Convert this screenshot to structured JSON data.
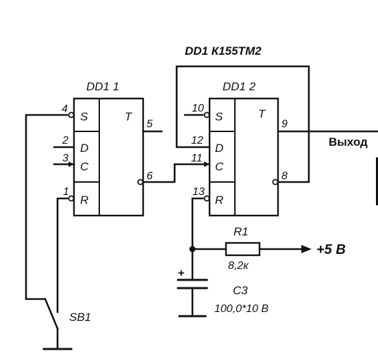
{
  "diagram": {
    "title": "DD1 К155ТМ2",
    "output_label": "Выход",
    "chip1": {
      "name": "DD1 1",
      "function": "T",
      "pins": {
        "s": "S",
        "d": "D",
        "c": "C",
        "r": "R"
      },
      "pin_numbers": {
        "s": "4",
        "d": "2",
        "c": "3",
        "r": "1",
        "q": "5",
        "nq": "6"
      }
    },
    "chip2": {
      "name": "DD1 2",
      "function": "T",
      "pins": {
        "s": "S",
        "d": "D",
        "c": "C",
        "r": "R"
      },
      "pin_numbers": {
        "s": "10",
        "d": "12",
        "c": "11",
        "r": "13",
        "q": "9",
        "nq": "8"
      }
    },
    "resistor": {
      "name": "R1",
      "value": "8,2к"
    },
    "capacitor": {
      "name": "C3",
      "value": "100,0*10 В",
      "polarity": "+"
    },
    "switch": {
      "name": "SB1"
    },
    "supply": {
      "label": "+5 В"
    }
  }
}
